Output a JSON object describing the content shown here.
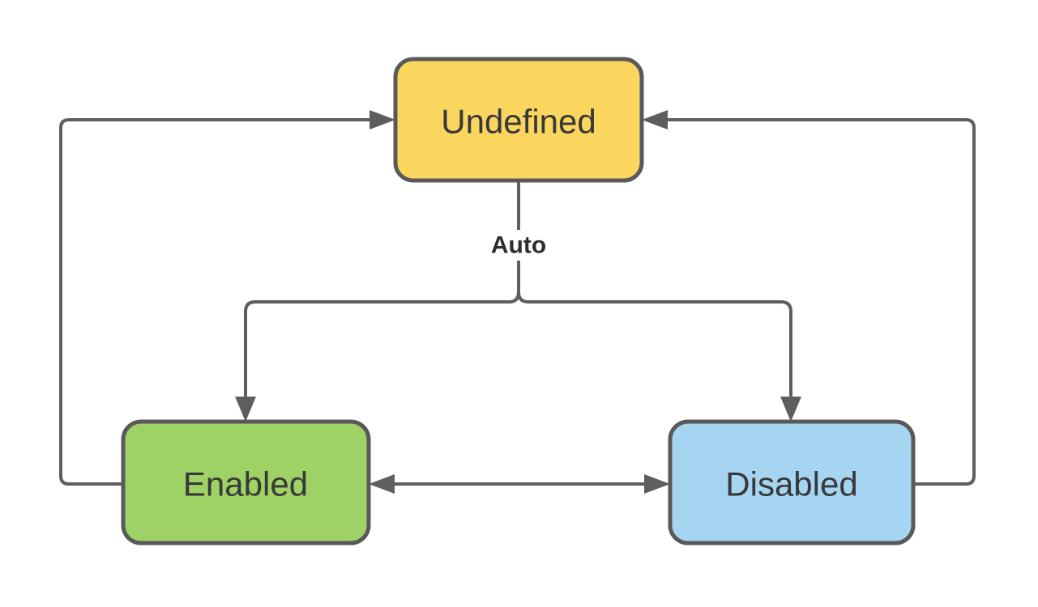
{
  "diagram": {
    "type": "state-diagram",
    "nodes": [
      {
        "id": "undefined",
        "label": "Undefined",
        "fill": "#FAD65F",
        "shape": "rounded-rectangle"
      },
      {
        "id": "enabled",
        "label": "Enabled",
        "fill": "#9ED266",
        "shape": "rounded-rectangle"
      },
      {
        "id": "disabled",
        "label": "Disabled",
        "fill": "#A6D5F2",
        "shape": "rounded-rectangle"
      }
    ],
    "edges": [
      {
        "from": "undefined",
        "to": "enabled",
        "label": "Auto",
        "type": "branch-down"
      },
      {
        "from": "undefined",
        "to": "disabled",
        "label": "Auto",
        "type": "branch-down"
      },
      {
        "from": "enabled",
        "to": "disabled",
        "label": "",
        "type": "bidirectional"
      },
      {
        "from": "enabled",
        "to": "undefined",
        "label": "",
        "type": "loop-left"
      },
      {
        "from": "disabled",
        "to": "undefined",
        "label": "",
        "type": "loop-right"
      }
    ]
  },
  "colors": {
    "background": "#FFFFFF",
    "line": "#5E5E5E",
    "border": "#595959",
    "text": "#383838",
    "label": "#2E2E2E"
  }
}
